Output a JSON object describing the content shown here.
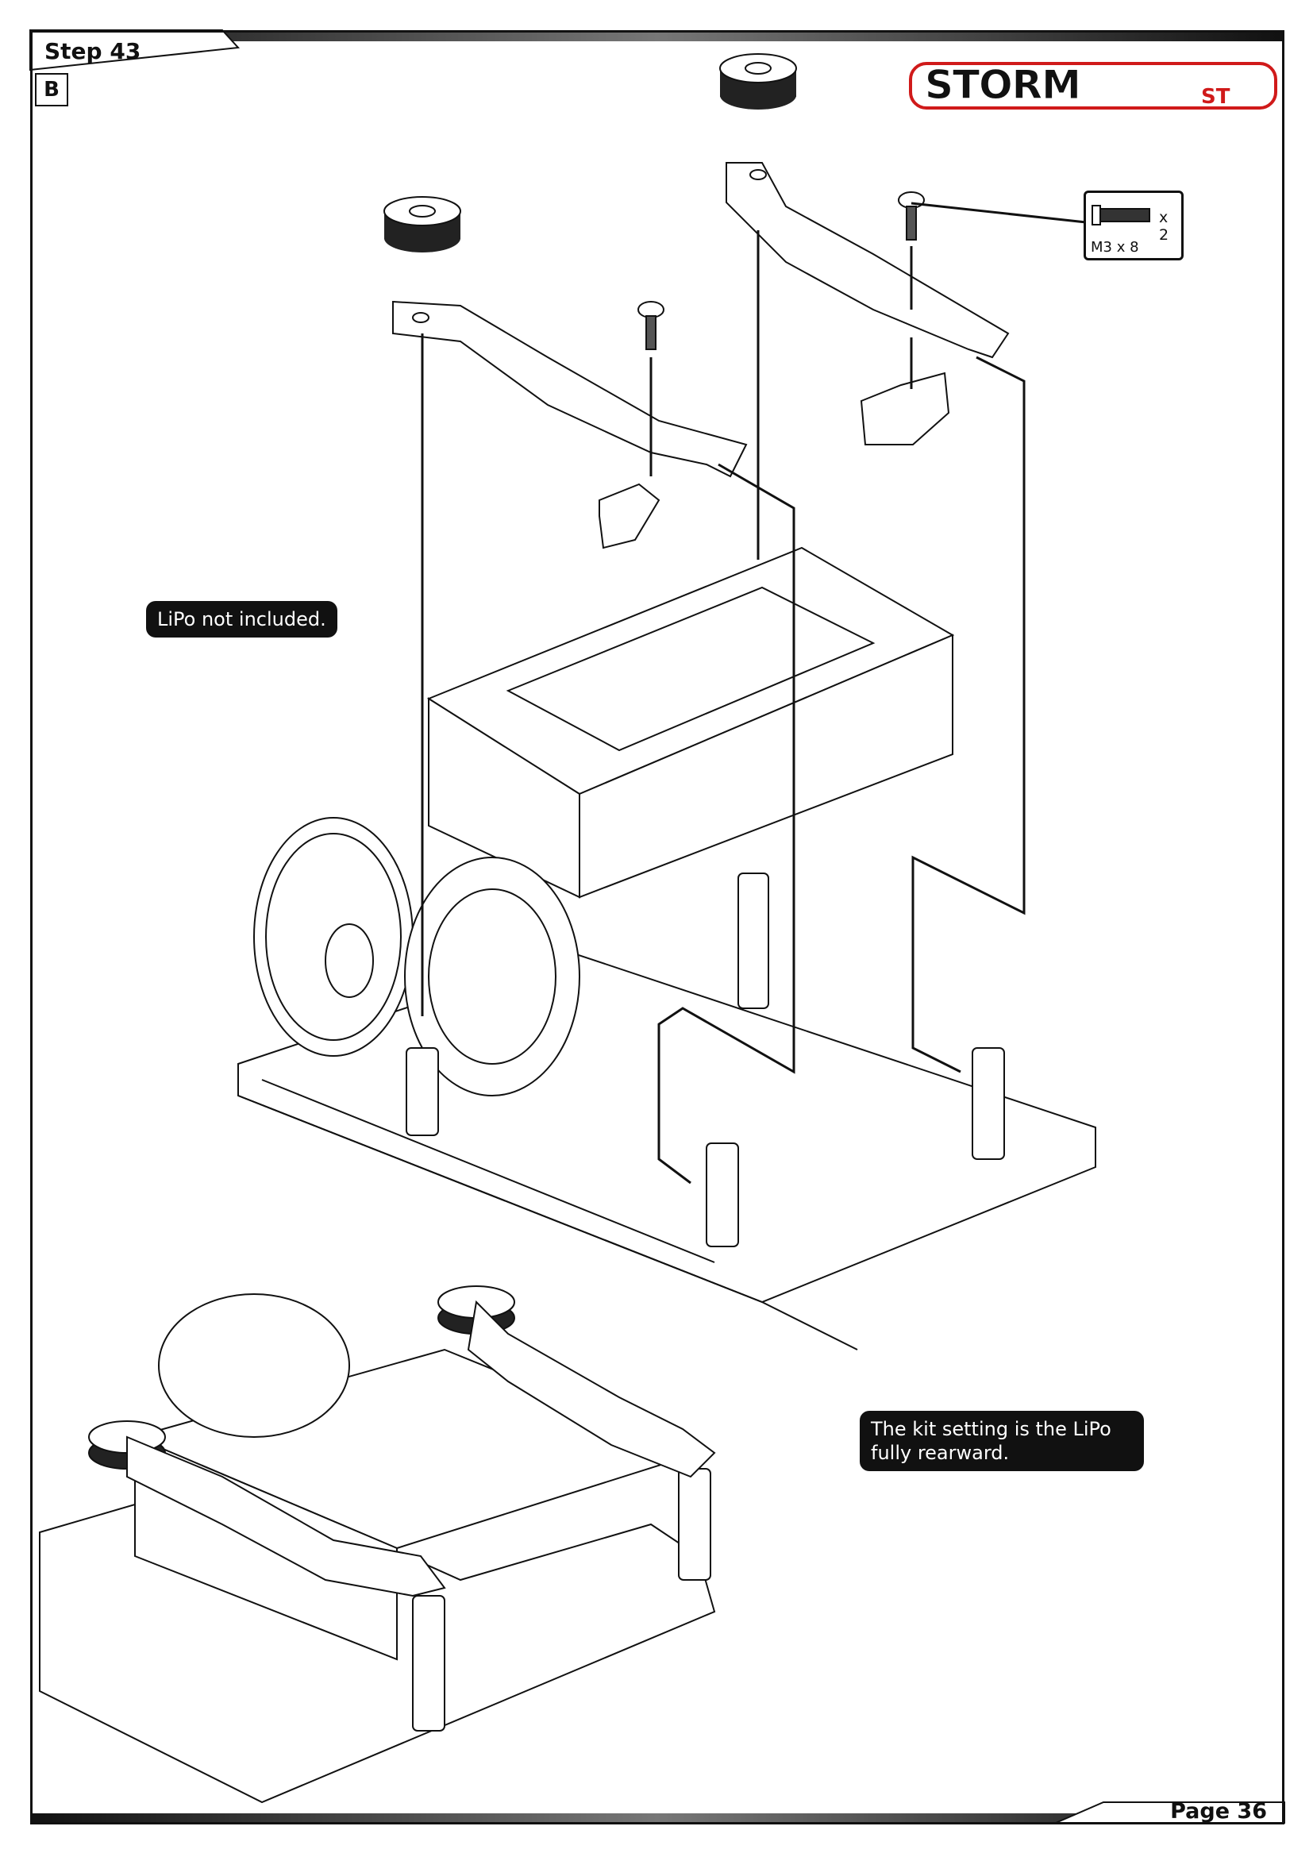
{
  "header": {
    "step_label": "Step 43",
    "substep": "B"
  },
  "brand": {
    "logo_text": "STORM",
    "logo_suffix": "ST",
    "logo_color": "#d01a1a"
  },
  "hardware": {
    "quantity": "x 2",
    "size_label": "M3 x 8"
  },
  "callouts": {
    "lipo_note": "LiPo not included.",
    "kit_setting_line1": "The kit setting is the LiPo",
    "kit_setting_line2": "fully rearward."
  },
  "footer": {
    "page_label": "Page 36"
  }
}
